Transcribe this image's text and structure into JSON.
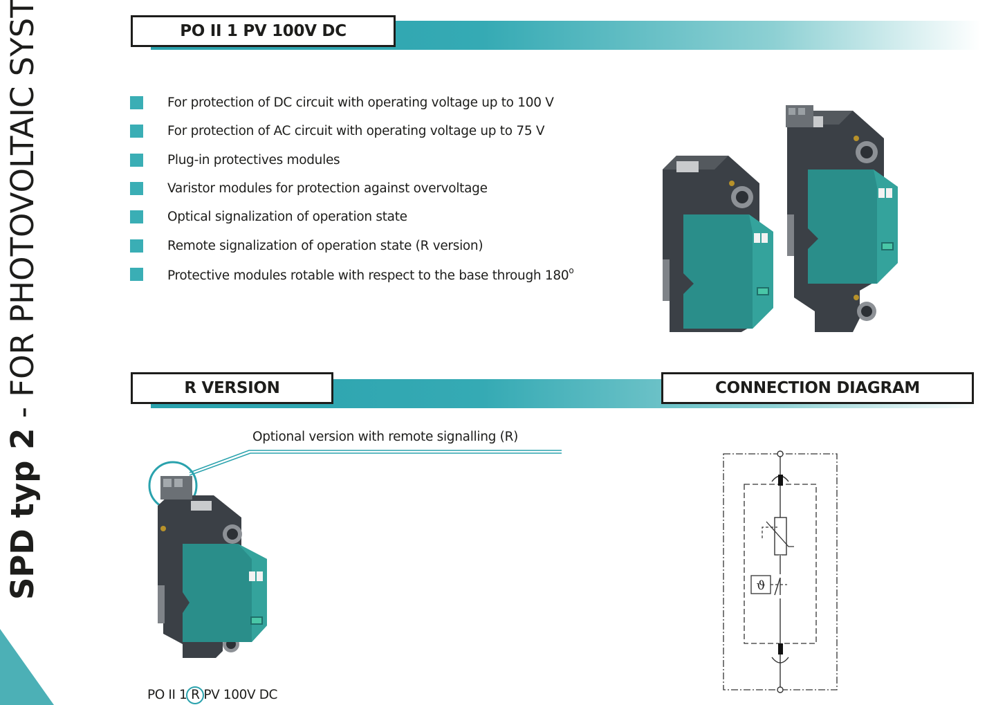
{
  "side_title": {
    "bold": "SPD typ 2",
    "rest": " - FOR  PHOTOVOLTAIC  SYSTEM"
  },
  "header_product": "PO II 1 PV 100V DC",
  "features": [
    "For protection of DC circuit with operating voltage up to 100 V",
    "For protection of AC circuit with operating voltage up to 75 V",
    "Plug-in protectives modules",
    "Varistor modules for protection against overvoltage",
    "Optical signalization of operation state",
    "Remote signalization of operation state (R version)",
    "Protective modules rotable with respect to the base through 180"
  ],
  "degree_symbol": "o",
  "r_version": {
    "title": "R VERSION",
    "note": "Optional version with remote signalling (R)",
    "code_prefix": "PO II 1",
    "code_highlight": "R",
    "code_suffix": "PV 100V DC"
  },
  "connection_diagram": {
    "title": "CONNECTION DIAGRAM",
    "symbol": "ϑ"
  },
  "colors": {
    "accent": "#2aa2ad",
    "dark": "#1d1d1b",
    "device_body": "#3a3f44",
    "module_green": "#2a8e8a"
  }
}
